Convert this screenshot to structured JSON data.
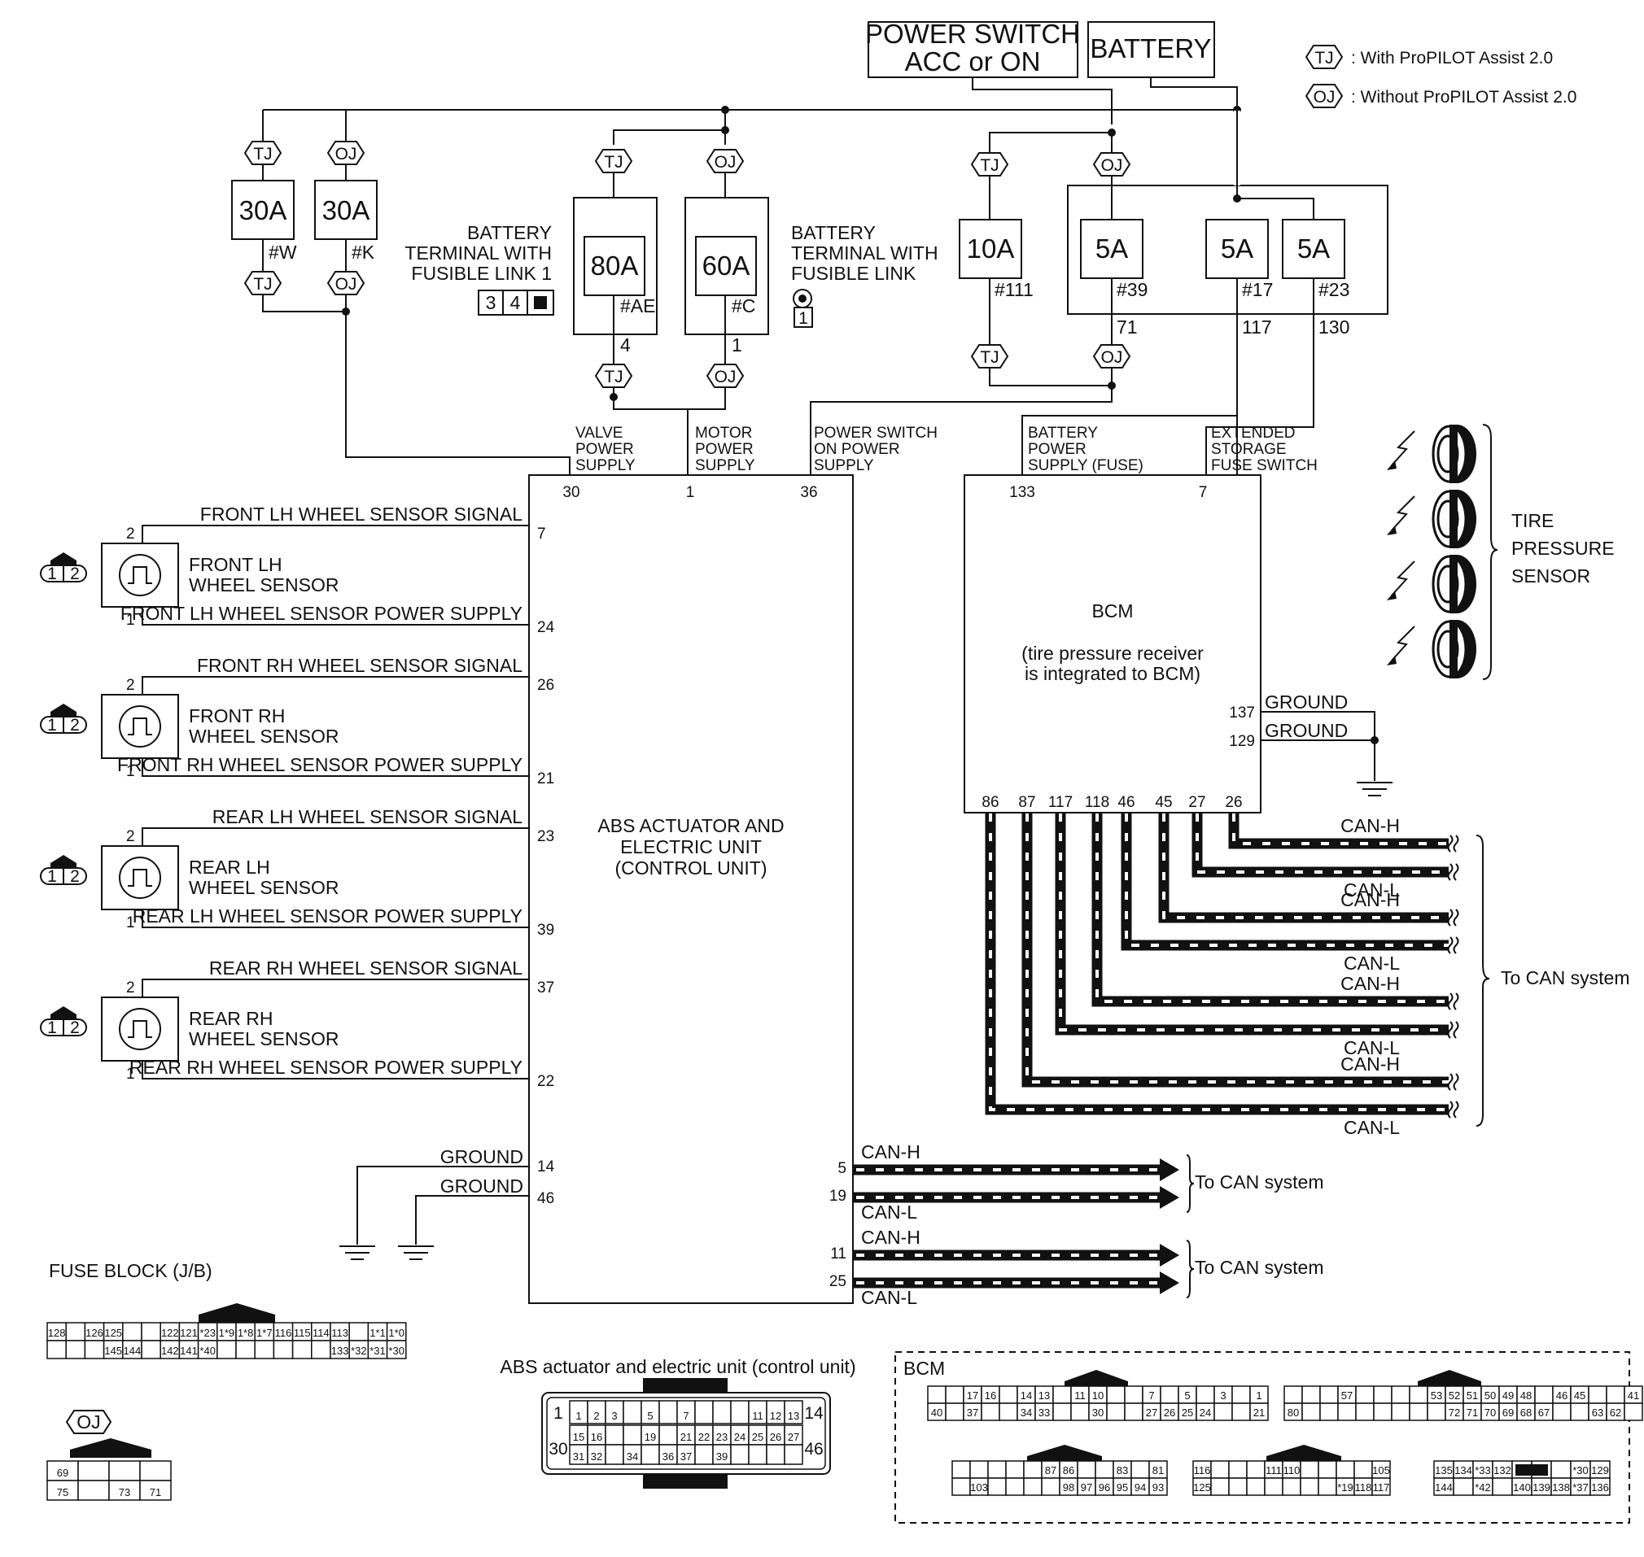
{
  "legend": {
    "tj_tag": "TJ",
    "tj_text": ": With ProPILOT Assist 2.0",
    "oj_tag": "OJ",
    "oj_text": ": Without ProPILOT Assist 2.0"
  },
  "power": {
    "switch_label_1": "POWER SWITCH",
    "switch_label_2": "ACC or ON",
    "battery_label": "BATTERY"
  },
  "fuses": {
    "f30a_tj": {
      "rating": "30A",
      "id": "#W"
    },
    "f30a_oj": {
      "rating": "30A",
      "id": "#K"
    },
    "f80a": {
      "rating": "80A",
      "id": "#AE",
      "pin": "4"
    },
    "f60a": {
      "rating": "60A",
      "id": "#C",
      "pin": "1"
    },
    "f10a": {
      "rating": "10A",
      "id": "#111"
    },
    "f5a_39": {
      "rating": "5A",
      "id": "#39",
      "pin": "71"
    },
    "f5a_17": {
      "rating": "5A",
      "id": "#17",
      "pin": "117"
    },
    "f5a_23": {
      "rating": "5A",
      "id": "#23",
      "pin": "130"
    }
  },
  "fusible_link_1": {
    "line1": "BATTERY",
    "line2": "TERMINAL WITH",
    "line3": "FUSIBLE LINK 1",
    "pins": [
      "3",
      "4"
    ]
  },
  "fusible_link": {
    "line1": "BATTERY",
    "line2": "TERMINAL WITH",
    "line3": "FUSIBLE LINK",
    "pin": "1"
  },
  "tags": {
    "tj": "TJ",
    "oj": "OJ"
  },
  "abs": {
    "title_1": "ABS ACTUATOR AND",
    "title_2": "ELECTRIC UNIT",
    "title_3": "(CONTROL UNIT)",
    "valve_label": [
      "VALVE",
      "POWER",
      "SUPPLY"
    ],
    "motor_label": [
      "MOTOR",
      "POWER",
      "SUPPLY"
    ],
    "psw_label": [
      "POWER SWITCH",
      "ON POWER",
      "SUPPLY"
    ],
    "top_pins": [
      "30",
      "1",
      "36"
    ],
    "ground_label": "GROUND",
    "ground_pins": [
      "14",
      "46"
    ],
    "can_pins": [
      "5",
      "19",
      "11",
      "25"
    ]
  },
  "sensors": [
    {
      "name_1": "FRONT LH",
      "name_2": "WHEEL SENSOR",
      "signal": "FRONT LH WHEEL SENSOR SIGNAL",
      "power": "FRONT LH WHEEL SENSOR POWER SUPPLY",
      "sig_pin": "7",
      "pwr_pin": "24"
    },
    {
      "name_1": "FRONT RH",
      "name_2": "WHEEL SENSOR",
      "signal": "FRONT RH WHEEL SENSOR SIGNAL",
      "power": "FRONT RH WHEEL SENSOR POWER SUPPLY",
      "sig_pin": "26",
      "pwr_pin": "21"
    },
    {
      "name_1": "REAR LH",
      "name_2": "WHEEL SENSOR",
      "signal": "REAR LH WHEEL SENSOR SIGNAL",
      "power": "REAR LH WHEEL SENSOR POWER SUPPLY",
      "sig_pin": "23",
      "pwr_pin": "39"
    },
    {
      "name_1": "REAR RH",
      "name_2": "WHEEL SENSOR",
      "signal": "REAR RH WHEEL SENSOR SIGNAL",
      "power": "REAR RH WHEEL SENSOR POWER SUPPLY",
      "sig_pin": "37",
      "pwr_pin": "22"
    }
  ],
  "sensor_pins": {
    "p1": "1",
    "p2": "2"
  },
  "bcm": {
    "title": "BCM",
    "sub_1": "(tire pressure receiver",
    "sub_2": "is integrated to BCM)",
    "bat_label": [
      "BATTERY",
      "POWER",
      "SUPPLY (FUSE)"
    ],
    "ext_label": [
      "EXTENDED",
      "STORAGE",
      "FUSE SWITCH"
    ],
    "top_pins": [
      "133",
      "7"
    ],
    "ground_label": "GROUND",
    "ground_pins": [
      "137",
      "129"
    ],
    "can_pins": [
      "86",
      "87",
      "117",
      "118",
      "46",
      "45",
      "27",
      "26"
    ],
    "can_labels": [
      "CAN-H",
      "CAN-L",
      "CAN-H",
      "CAN-L",
      "CAN-H",
      "CAN-L",
      "CAN-H",
      "CAN-L"
    ]
  },
  "tire_pressure": {
    "line1": "TIRE",
    "line2": "PRESSURE",
    "line3": "SENSOR"
  },
  "can": {
    "h": "CAN-H",
    "l": "CAN-L",
    "to": "To CAN system"
  },
  "connectors": {
    "fuse_block_title": "FUSE BLOCK (J/B)",
    "fuse_row1": [
      "128",
      "",
      "126",
      "125",
      "",
      "",
      "122",
      "121",
      "*23",
      "1*9",
      "1*8",
      "1*7",
      "116",
      "115",
      "114",
      "113",
      "",
      "1*1",
      "1*0"
    ],
    "fuse_row2": [
      "",
      "",
      "",
      "145",
      "144",
      "",
      "142",
      "141",
      "*40",
      "",
      "",
      "",
      "",
      "",
      "",
      "133",
      "*32",
      "*31",
      "*30"
    ],
    "oj_title": "OJ",
    "oj_row1": [
      "69",
      "",
      "",
      ""
    ],
    "oj_row2": [
      "75",
      "",
      "73",
      "71"
    ],
    "abs_conn_title": "ABS actuator and electric unit (control unit)",
    "abs_row1": [
      "1",
      "2",
      "3",
      "",
      "5",
      "",
      "7",
      "",
      "",
      "",
      "11",
      "12",
      "13"
    ],
    "abs_row2": [
      "15",
      "16",
      "",
      "",
      "19",
      "",
      "21",
      "22",
      "23",
      "24",
      "25",
      "26",
      "27",
      ""
    ],
    "abs_row3": [
      "31",
      "32",
      "",
      "34",
      "",
      "36",
      "37",
      "",
      "39",
      "",
      "",
      "",
      "",
      ""
    ],
    "abs_side": [
      "14",
      "30",
      "46"
    ],
    "bcm_conn_title": "BCM",
    "bcm_a_row1": [
      "",
      "",
      "17",
      "16",
      "",
      "14",
      "13",
      "",
      "11",
      "10",
      "",
      "",
      "7",
      "",
      "5",
      "",
      "3",
      "",
      "1"
    ],
    "bcm_a_row2": [
      "40",
      "",
      "37",
      "",
      "",
      "34",
      "33",
      "",
      "",
      "30",
      "",
      "",
      "27",
      "26",
      "25",
      "24",
      "",
      "",
      "21"
    ],
    "bcm_b_row1": [
      "",
      "",
      "",
      "57",
      "",
      "",
      "",
      "",
      "53",
      "52",
      "51",
      "50",
      "49",
      "48",
      "",
      "46",
      "45",
      "",
      "",
      "41"
    ],
    "bcm_b_row2": [
      "80",
      "",
      "",
      "",
      "",
      "",
      "",
      "",
      "",
      "72",
      "71",
      "70",
      "69",
      "68",
      "67",
      "",
      "",
      "63",
      "62",
      ""
    ],
    "bcm_c_row1": [
      "",
      "",
      "",
      "",
      "",
      "87",
      "86",
      "",
      "",
      "83",
      "",
      "81"
    ],
    "bcm_c_row2": [
      "",
      "103",
      "",
      "",
      "",
      "",
      "98",
      "97",
      "96",
      "95",
      "94",
      "93"
    ],
    "bcm_d_row1": [
      "116",
      "",
      "",
      "",
      "111",
      "110",
      "",
      "",
      "",
      "",
      "105"
    ],
    "bcm_d_row2": [
      "125",
      "",
      "",
      "",
      "",
      "",
      "",
      "",
      "*19",
      "118",
      "117"
    ],
    "bcm_e_row1": [
      "135",
      "134",
      "*33",
      "132",
      "",
      "",
      "",
      "*30",
      "129"
    ],
    "bcm_e_row2": [
      "144",
      "",
      "*42",
      "",
      "140",
      "139",
      "138",
      "*37",
      "136"
    ]
  },
  "colors": {
    "line": "#111111",
    "background": "#ffffff"
  }
}
